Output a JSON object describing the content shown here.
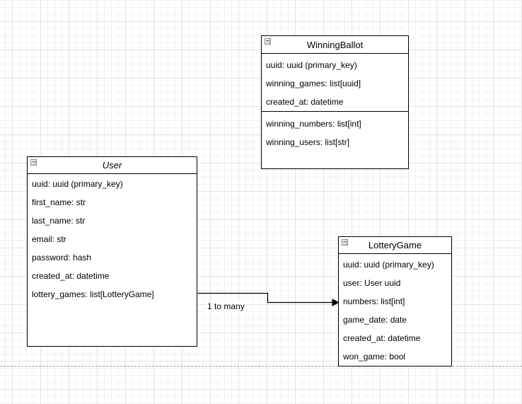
{
  "canvas": {
    "background_color": "#ffffff",
    "grid_minor_color": "#f3f1f1",
    "grid_major_color": "#e2e2e2",
    "page_boundary_color": "#9e9e9e",
    "shape_stroke_color": "#000000",
    "text_color": "#000000"
  },
  "icons": {
    "collapse_glyph": "−"
  },
  "classes": {
    "winning_ballot": {
      "title": "WinningBallot",
      "section1": [
        "uuid: uuid (primary_key)",
        "winning_games: list[uuid]",
        "created_at: datetime"
      ],
      "section2": [
        "winning_numbers: list[int]",
        "winning_users: list[str]"
      ]
    },
    "user": {
      "title": "User",
      "attributes": [
        "uuid: uuid (primary_key)",
        "first_name: str",
        "last_name: str",
        "email: str",
        "password: hash",
        "created_at: datetime",
        "lottery_games: list[LotteryGame]"
      ]
    },
    "lottery_game": {
      "title": "LotteryGame",
      "attributes": [
        "uuid: uuid (primary_key)",
        "user: User uuid",
        "numbers: list[int]",
        "game_date: date",
        "created_at: datetime",
        "won_game: bool"
      ]
    }
  },
  "edge": {
    "label": "1 to many"
  }
}
